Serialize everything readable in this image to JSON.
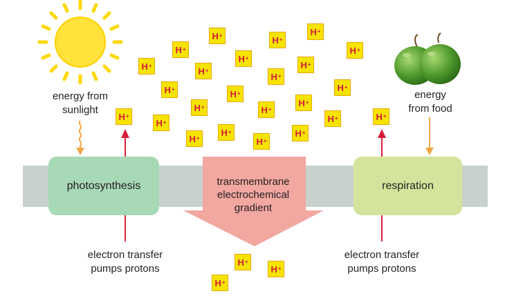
{
  "labels": {
    "energy_sunlight": [
      "energy from",
      "sunlight"
    ],
    "energy_food": [
      "energy",
      "from food"
    ],
    "photosynthesis": "photosynthesis",
    "respiration": "respiration",
    "gradient": [
      "transmembrane",
      "electrochemical",
      "gradient"
    ],
    "transfer_left": [
      "electron transfer",
      "pumps protons"
    ],
    "transfer_right": [
      "electron transfer",
      "pumps protons"
    ]
  },
  "proton": {
    "symbol": "H",
    "charge": "+"
  },
  "colors": {
    "membrane": "#c9d1cc",
    "photosynthesis_box": "#a7d9b7",
    "respiration_box": "#d4e49d",
    "gradient_arrow": "#f2a7a1",
    "pump_arrow": "#d81e3a",
    "energy_arrow": "#f0a845",
    "sun": "#ffe23a",
    "apple": "#4f9a2c",
    "proton_fill": "#f5e400",
    "proton_text": "#d6183b"
  },
  "icons": [
    "sun-icon",
    "apple-icon"
  ]
}
